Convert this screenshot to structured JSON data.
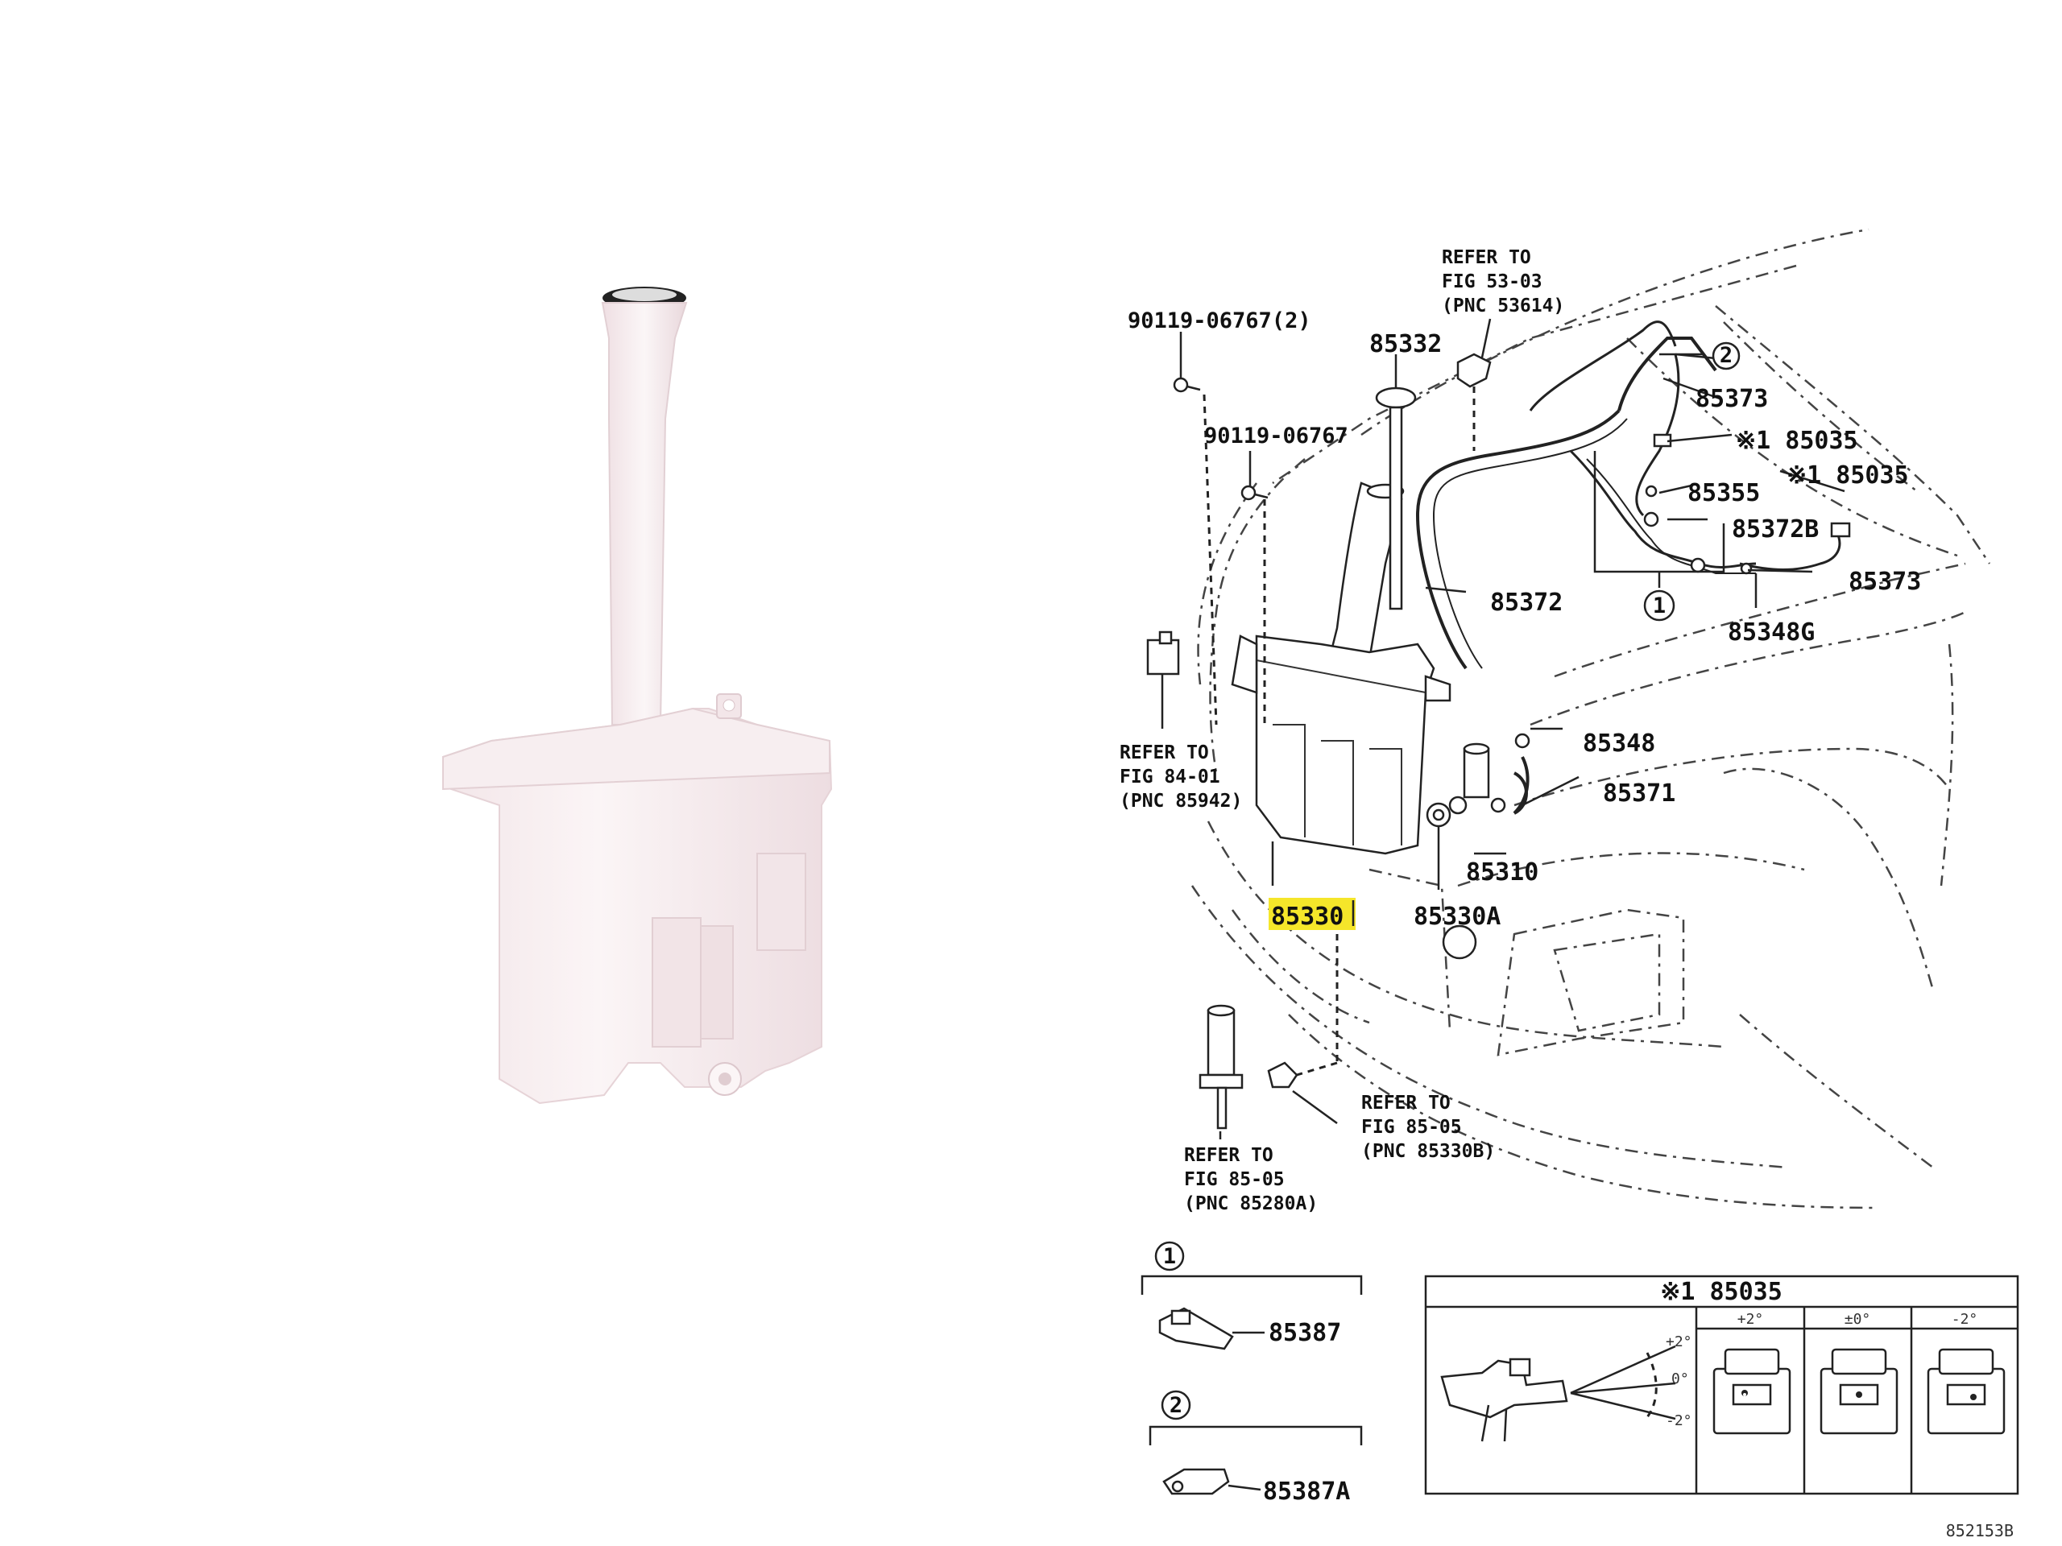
{
  "labels": {
    "p90119_2": "90119-06767(2)",
    "p90119": "90119-06767",
    "p85332": "85332",
    "ref53_1": "REFER TO",
    "ref53_2": "FIG 53-03",
    "ref53_3": "(PNC 53614)",
    "p85373_top": "85373",
    "p85035_a": "※1 85035",
    "p85035_b": "※1 85035",
    "p85355": "85355",
    "p85372B": "85372B",
    "p85373_b": "85373",
    "p85372": "85372",
    "p85348G": "85348G",
    "p85348": "85348",
    "p85371": "85371",
    "p85310": "85310",
    "p85330": "85330",
    "p85330A": "85330A",
    "ref84_1": "REFER TO",
    "ref84_2": "FIG 84-01",
    "ref84_3": "(PNC 85942)",
    "ref8505b_1": "REFER TO",
    "ref8505b_2": "FIG 85-05",
    "ref8505b_3": "(PNC 85330B)",
    "ref8505a_1": "REFER TO",
    "ref8505a_2": "FIG 85-05",
    "ref8505a_3": "(PNC 85280A)",
    "callout1": "1",
    "callout2": "2",
    "p85387": "85387",
    "p85387A": "85387A",
    "box_title": "※1 85035",
    "col1": "+2°",
    "col2": "±0°",
    "col3": "-2°",
    "ang_up": "+2°",
    "ang_mid": "0°",
    "ang_dn": "-2°",
    "code": "852153B"
  },
  "colors": {
    "highlight": "#f5e62a",
    "tank": "#f6ecee",
    "line": "#222222"
  }
}
